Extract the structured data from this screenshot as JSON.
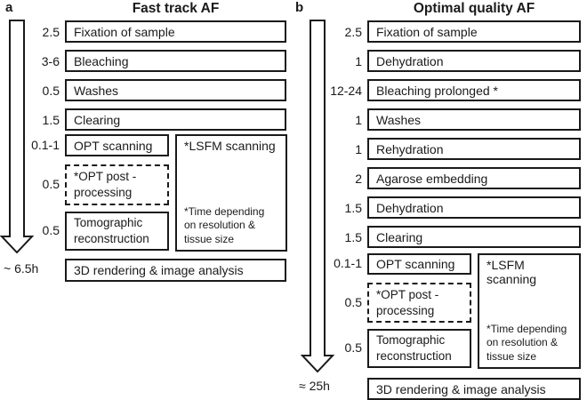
{
  "figure": {
    "accent_color": "#1a1a1a",
    "background_color": "#ffffff"
  },
  "panels": [
    {
      "label": "a",
      "title": "Fast track AF",
      "steps": [
        {
          "time": "2.5",
          "text": "Fixation of sample"
        },
        {
          "time": "3-6",
          "text": "Bleaching"
        },
        {
          "time": "0.5",
          "text": "Washes"
        },
        {
          "time": "1.5",
          "text": "Clearing"
        }
      ],
      "scanning": {
        "opt_time": "0.1-1",
        "opt": "OPT scanning",
        "post_time": "0.5",
        "post": "*OPT post -\nprocessing",
        "tomo_time": "0.5",
        "tomo": "Tomographic\nreconstruction",
        "lsfm": "*LSFM scanning",
        "note": "*Time depending\non resolution &\ntissue size"
      },
      "total": "~ 6.5h",
      "final": "3D rendering & image analysis"
    },
    {
      "label": "b",
      "title": "Optimal quality AF",
      "steps": [
        {
          "time": "2.5",
          "text": "Fixation of sample"
        },
        {
          "time": "1",
          "text": "Dehydration"
        },
        {
          "time": "12-24",
          "text": "Bleaching prolonged *"
        },
        {
          "time": "1",
          "text": "Washes"
        },
        {
          "time": "1",
          "text": "Rehydration"
        },
        {
          "time": "2",
          "text": "Agarose embedding"
        },
        {
          "time": "1.5",
          "text": "Dehydration"
        },
        {
          "time": "1.5",
          "text": "Clearing"
        }
      ],
      "scanning": {
        "opt_time": "0.1-1",
        "opt": "OPT scanning",
        "post_time": "0.5",
        "post": "*OPT post -\nprocessing",
        "tomo_time": "0.5",
        "tomo": "Tomographic\nreconstruction",
        "lsfm": "*LSFM scanning",
        "note": "*Time depending\non resolution &\ntissue size"
      },
      "total": "≈ 25h",
      "final": "3D rendering & image analysis"
    }
  ]
}
